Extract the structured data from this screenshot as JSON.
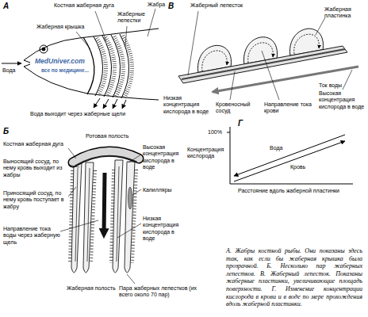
{
  "diagram": {
    "caption": "А. Жабры костной рыбы. Они показаны здесь так, как если бы жаберная крышка была прозрачной. Б. Несколько пар жаберных лепестков. В. Жаберный лепесток. Показаны жаберные пластинки, увеличивающие площадь поверхности. Г. Изменение концентрации кислорода в крови и в воде по мере прохождения вдоль жаберной пластинки.",
    "labels": [
      "А",
      "Костная жаберная дуга",
      "Жабра",
      "Жаберные лепестки",
      "Жаберная крышка",
      "MedUniver.com",
      "все по медицине...",
      "Вода",
      "Вода выходит через жаберные щели",
      "В",
      "Жаберный лепесток",
      "Жаберная пластинка",
      "Ток воды",
      "Высокая концентрация кислорода в воде",
      "Низкая концентрация кислорода в воде",
      "Кровеносный сосуд",
      "Направление тока крови",
      "Б",
      "Ротовая полость",
      "Костная жаберная дуга",
      "Выносящий сосуд, по нему кровь выходит из жабры",
      "Высокая концентрация кислорода в воде",
      "Приносящий сосуд, по нему кровь поступает в жабру",
      "Капилляры",
      "Направление тока воды через жаберную щель",
      "Низкая концентрация кислорода в воде",
      "Жаберная полость",
      "Пара жаберных лепестков (их всего около 70 пар)",
      "Г",
      "100%",
      "Концентрация кислорода",
      "Вода",
      "Кровь",
      "Расстояние вдоль жаберной пластинки"
    ]
  }
}
